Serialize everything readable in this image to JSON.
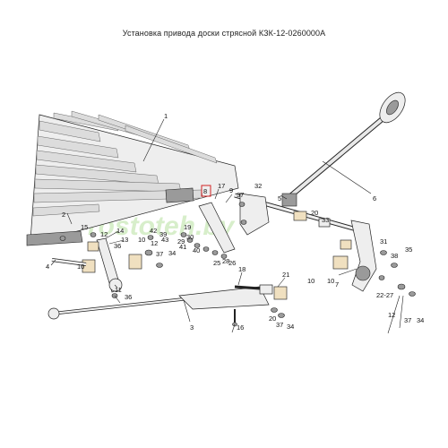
{
  "title": "Установка привода доски стрясной КЗК-12-0260000А",
  "watermark": "Prostoteh.by",
  "colors": {
    "watermark": "#8fd16a",
    "highlight_box": "#d22222",
    "beige_part": "#f0e0c0"
  },
  "callouts": [
    {
      "id": "c1",
      "text": "1"
    },
    {
      "id": "c2",
      "text": "2"
    },
    {
      "id": "c3",
      "text": "3"
    },
    {
      "id": "c4",
      "text": "4"
    },
    {
      "id": "c5",
      "text": "5"
    },
    {
      "id": "c6",
      "text": "6"
    },
    {
      "id": "c7",
      "text": "7"
    },
    {
      "id": "c8",
      "text": "8"
    },
    {
      "id": "c9",
      "text": "9"
    },
    {
      "id": "c10a",
      "text": "10"
    },
    {
      "id": "c10b",
      "text": "10"
    },
    {
      "id": "c10c",
      "text": "10"
    },
    {
      "id": "c10d",
      "text": "10"
    },
    {
      "id": "c11",
      "text": "11"
    },
    {
      "id": "c12a",
      "text": "12"
    },
    {
      "id": "c12b",
      "text": "12"
    },
    {
      "id": "c12c",
      "text": "12"
    },
    {
      "id": "c13",
      "text": "13"
    },
    {
      "id": "c14",
      "text": "14"
    },
    {
      "id": "c15",
      "text": "15"
    },
    {
      "id": "c16",
      "text": "16"
    },
    {
      "id": "c17",
      "text": "17"
    },
    {
      "id": "c18",
      "text": "18"
    },
    {
      "id": "c19",
      "text": "19"
    },
    {
      "id": "c20a",
      "text": "20"
    },
    {
      "id": "c20b",
      "text": "20"
    },
    {
      "id": "c21",
      "text": "21"
    },
    {
      "id": "c2227",
      "text": "22-27"
    },
    {
      "id": "c25",
      "text": "25"
    },
    {
      "id": "c26",
      "text": "26"
    },
    {
      "id": "c28",
      "text": "28"
    },
    {
      "id": "c29",
      "text": "29"
    },
    {
      "id": "c30",
      "text": "30"
    },
    {
      "id": "c31",
      "text": "31"
    },
    {
      "id": "c32",
      "text": "32"
    },
    {
      "id": "c33",
      "text": "33"
    },
    {
      "id": "c34a",
      "text": "34"
    },
    {
      "id": "c34b",
      "text": "34"
    },
    {
      "id": "c34c",
      "text": "34"
    },
    {
      "id": "c35",
      "text": "35"
    },
    {
      "id": "c36a",
      "text": "36"
    },
    {
      "id": "c36b",
      "text": "36"
    },
    {
      "id": "c37a",
      "text": "37"
    },
    {
      "id": "c37b",
      "text": "37"
    },
    {
      "id": "c37c",
      "text": "37"
    },
    {
      "id": "c37d",
      "text": "37"
    },
    {
      "id": "c38",
      "text": "38"
    },
    {
      "id": "c39",
      "text": "39"
    },
    {
      "id": "c40",
      "text": "40"
    },
    {
      "id": "c41",
      "text": "41"
    },
    {
      "id": "c42",
      "text": "42"
    },
    {
      "id": "c43",
      "text": "43"
    }
  ]
}
